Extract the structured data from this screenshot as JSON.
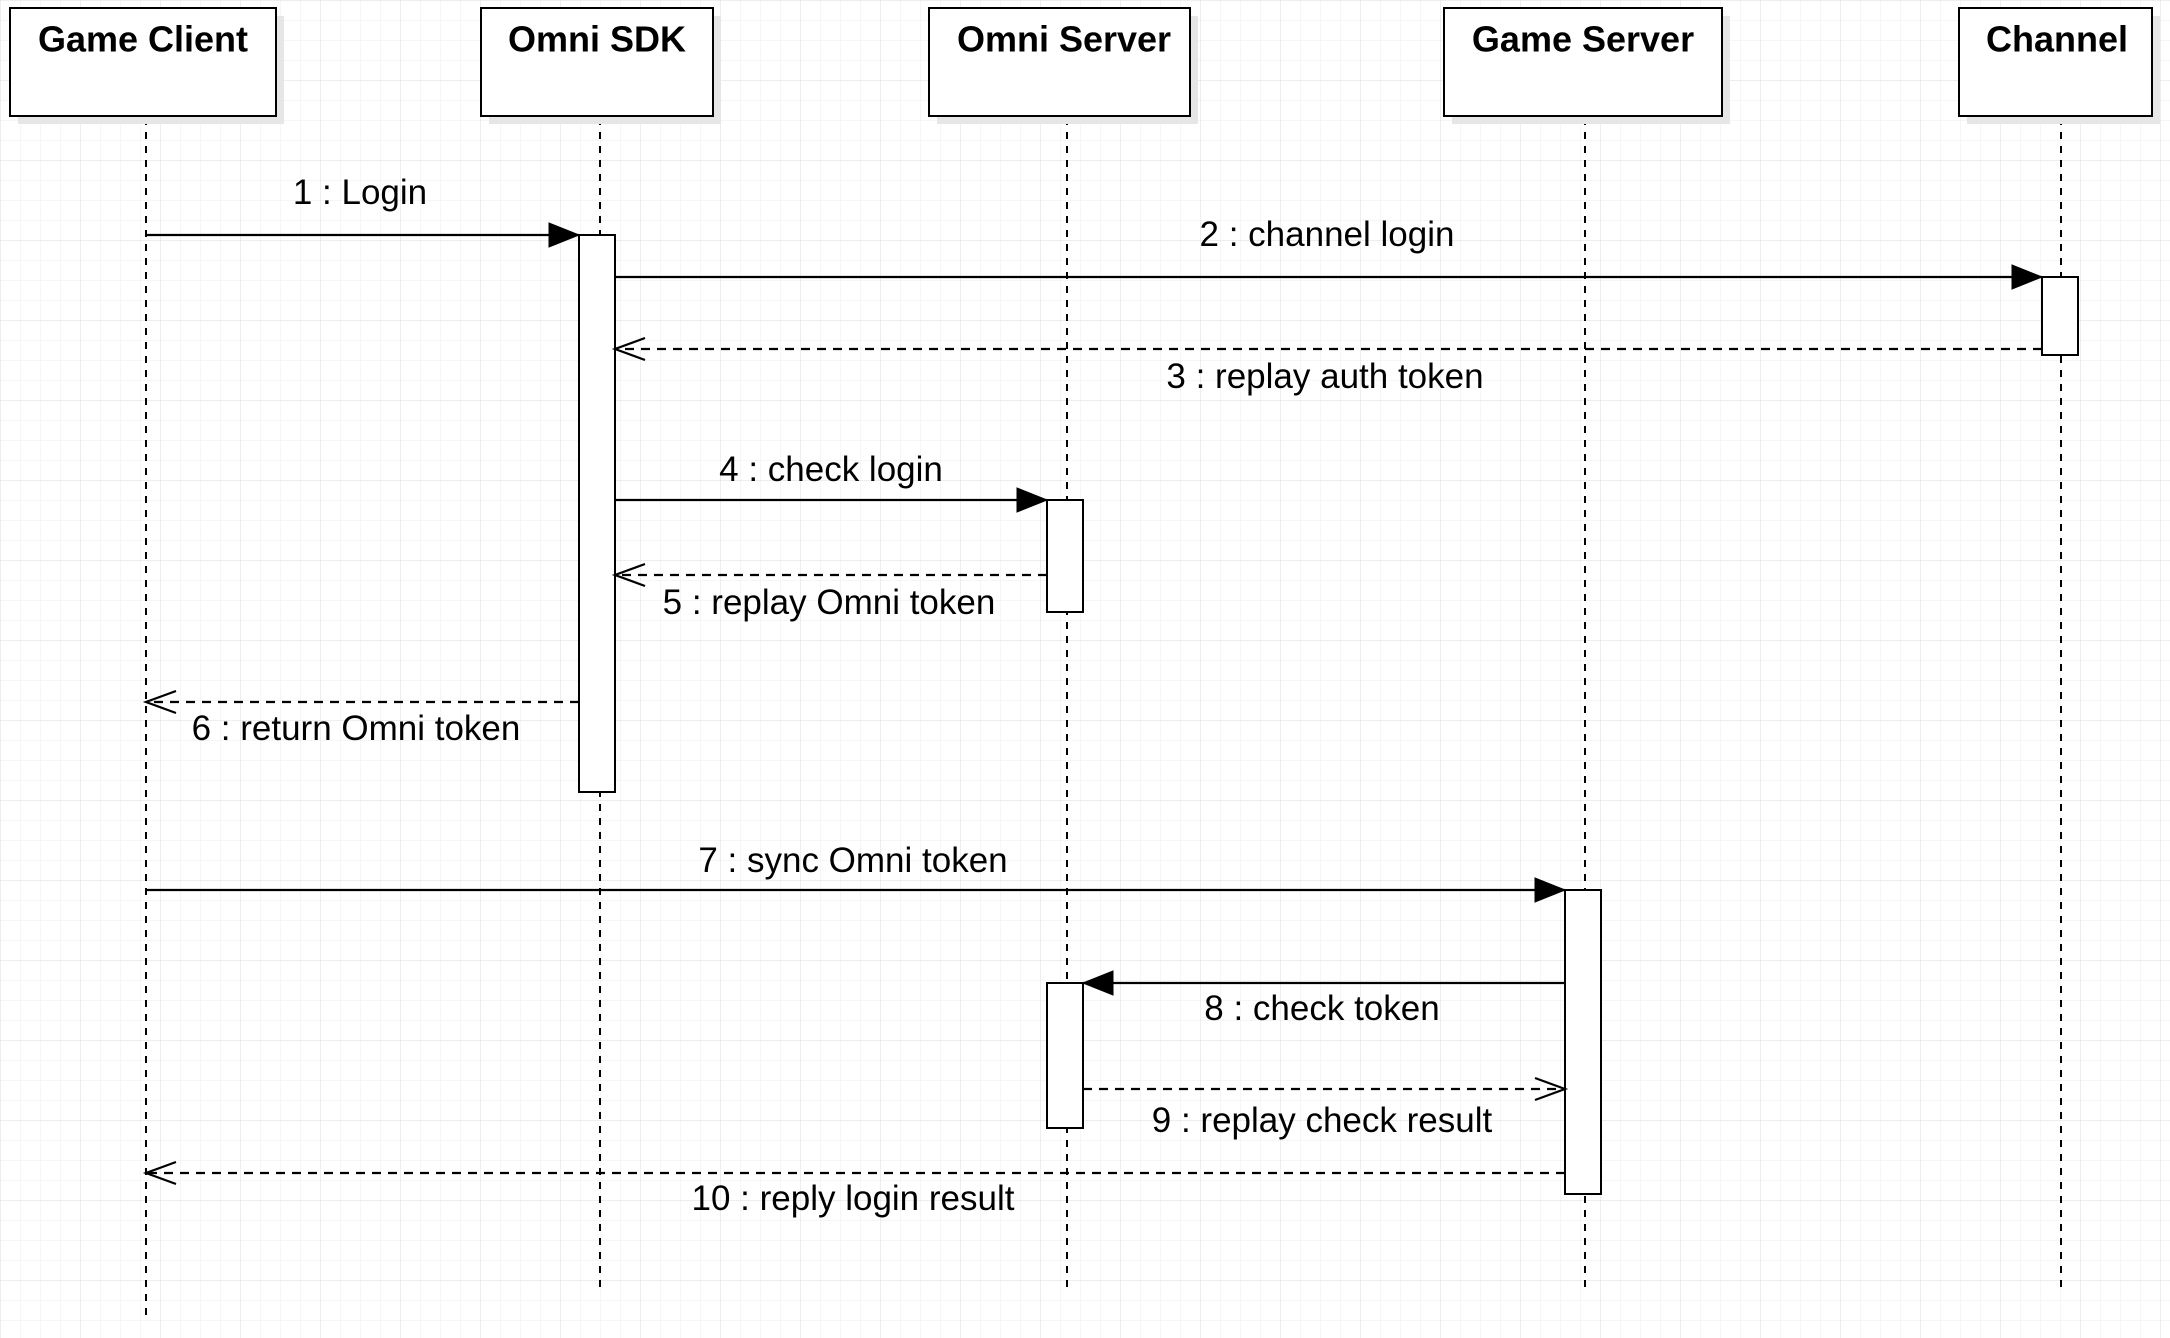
{
  "diagram": {
    "type": "uml-sequence",
    "actors": [
      {
        "id": "game_client",
        "label": "Game Client"
      },
      {
        "id": "omni_sdk",
        "label": "Omni SDK"
      },
      {
        "id": "omni_server",
        "label": "Omni Server"
      },
      {
        "id": "game_server",
        "label": "Game Server"
      },
      {
        "id": "channel",
        "label": "Channel"
      }
    ],
    "messages": [
      {
        "from": "game_client",
        "to": "omni_sdk",
        "label": "1 : Login",
        "kind": "call"
      },
      {
        "from": "omni_sdk",
        "to": "channel",
        "label": "2 : channel login",
        "kind": "call"
      },
      {
        "from": "channel",
        "to": "omni_sdk",
        "label": "3 : replay auth token",
        "kind": "return"
      },
      {
        "from": "omni_sdk",
        "to": "omni_server",
        "label": "4 : check login",
        "kind": "call"
      },
      {
        "from": "omni_server",
        "to": "omni_sdk",
        "label": "5 : replay Omni token",
        "kind": "return"
      },
      {
        "from": "omni_sdk",
        "to": "game_client",
        "label": "6 : return Omni token",
        "kind": "return"
      },
      {
        "from": "game_client",
        "to": "game_server",
        "label": "7 : sync Omni token",
        "kind": "call"
      },
      {
        "from": "game_server",
        "to": "omni_server",
        "label": "8 : check token",
        "kind": "call"
      },
      {
        "from": "omni_server",
        "to": "game_server",
        "label": "9 : replay check result",
        "kind": "return"
      },
      {
        "from": "game_server",
        "to": "game_client",
        "label": "10 : reply login result",
        "kind": "return"
      }
    ]
  }
}
